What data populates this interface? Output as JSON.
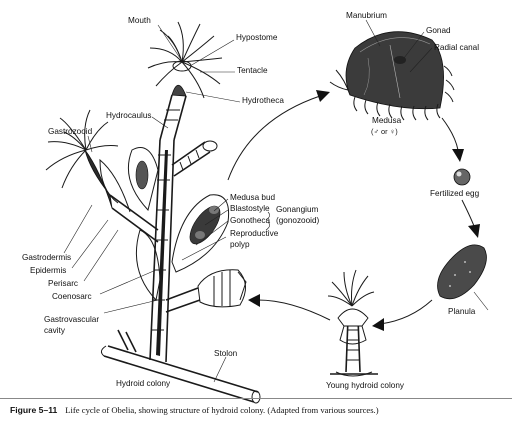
{
  "labels": {
    "mouth": "Mouth",
    "hypostome": "Hypostome",
    "tentacle": "Tentacle",
    "hydrotheca": "Hydrotheca",
    "hydrocaulus": "Hydrocaulus",
    "gastrozooid": "Gastrozooid",
    "medusa_bud": "Medusa bud",
    "blastostyle": "Blastostyle",
    "gonotheca": "Gonotheca",
    "gonangium": "Gonangium",
    "gonozooid": "(gonozooid)",
    "reproductive_polyp_1": "Reproductive",
    "reproductive_polyp_2": "polyp",
    "gastrodermis": "Gastrodermis",
    "epidermis": "Epidermis",
    "perisarc": "Perisarc",
    "coenosarc": "Coenosarc",
    "gastrovascular_1": "Gastrovascular",
    "gastrovascular_2": "cavity",
    "stolon": "Stolon",
    "hydroid_colony": "Hydroid colony",
    "manubrium": "Manubrium",
    "gonad": "Gonad",
    "radial_canal": "Radial canal",
    "medusa": "Medusa",
    "medusa_sex": "(♂ or ♀)",
    "fertilized_egg": "Fertilized egg",
    "planula": "Planula",
    "young_hydroid_colony": "Young hydroid colony"
  },
  "caption": {
    "number": "Figure 5–11",
    "text": "Life cycle of Obelia, showing structure of hydroid colony. (Adapted from various sources.)"
  }
}
